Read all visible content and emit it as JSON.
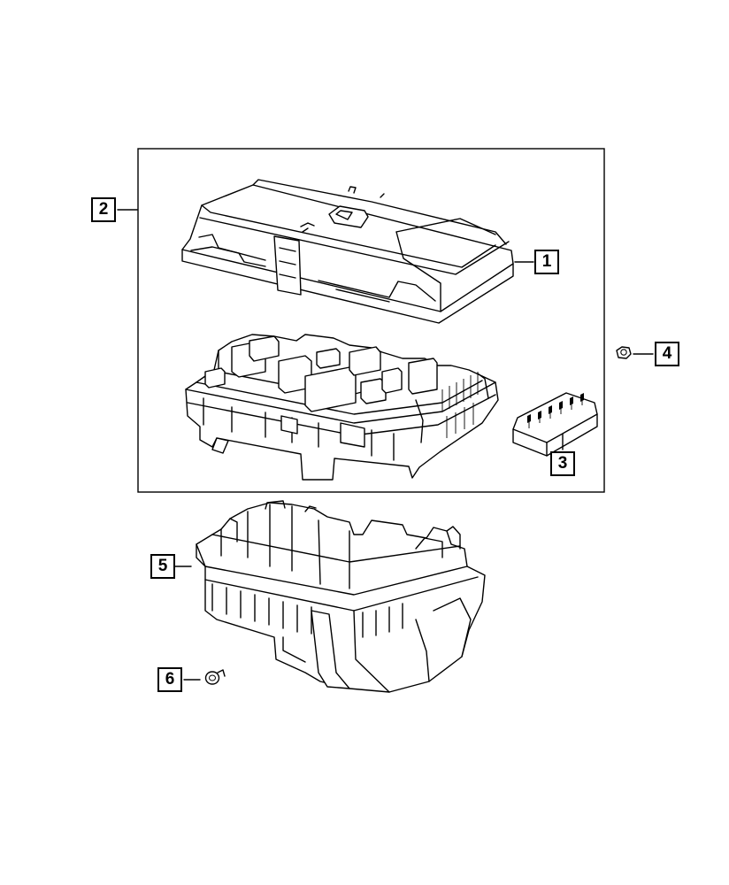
{
  "callouts": [
    {
      "id": "1",
      "part": "cover"
    },
    {
      "id": "2",
      "part": "fuse-box-assembly"
    },
    {
      "id": "3",
      "part": "terminal-block"
    },
    {
      "id": "4",
      "part": "nut"
    },
    {
      "id": "5",
      "part": "bracket-housing"
    },
    {
      "id": "6",
      "part": "screw"
    }
  ]
}
